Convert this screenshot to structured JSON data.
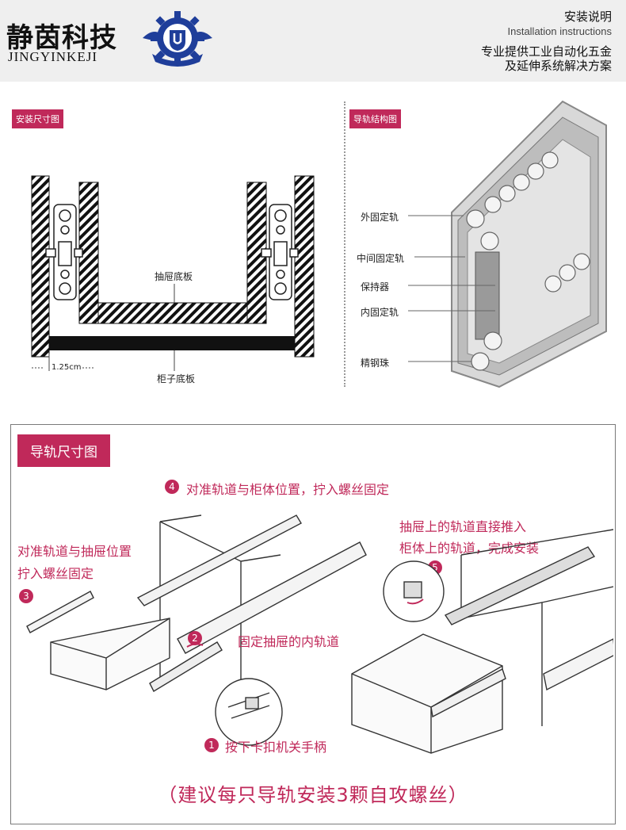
{
  "header": {
    "brand_cn": "静茵科技",
    "brand_en": "JINGYINKEJI",
    "title_cn": "安装说明",
    "title_en": "Installation instructions",
    "tagline_1": "专业提供工业自动化五金",
    "tagline_2": "及延伸系统解决方案"
  },
  "install_size_diagram": {
    "tag": "安装尺寸图",
    "drawer_bottom_label": "抽屉底板",
    "cabinet_bottom_label": "柜子底板",
    "gap_label": "1.25cm"
  },
  "rail_structure_diagram": {
    "tag": "导轨结构图",
    "labels": [
      "外固定轨",
      "中间固定轨",
      "保持器",
      "内固定轨",
      "精钢珠"
    ]
  },
  "rail_size_section": {
    "tag": "导轨尺寸图",
    "step3_text_1": "对准轨道与抽屉位置",
    "step3_text_2": "拧入螺丝固定",
    "step4_text": "对准轨道与柜体位置，拧入螺丝固定",
    "step5_text_1": "抽屉上的轨道直接推入",
    "step5_text_2": "柜体上的轨道，完成安装",
    "step2_text": "固定抽屉的内轨道",
    "step1_text": "按下卡扣机关手柄",
    "steps": [
      "1",
      "2",
      "3",
      "4",
      "5"
    ],
    "bottom_note": "（建议每只导轨安装3颗自攻螺丝）"
  },
  "colors": {
    "accent": "#c0295a",
    "header_bg": "#efefef",
    "logo_blue": "#1f3e9a"
  }
}
